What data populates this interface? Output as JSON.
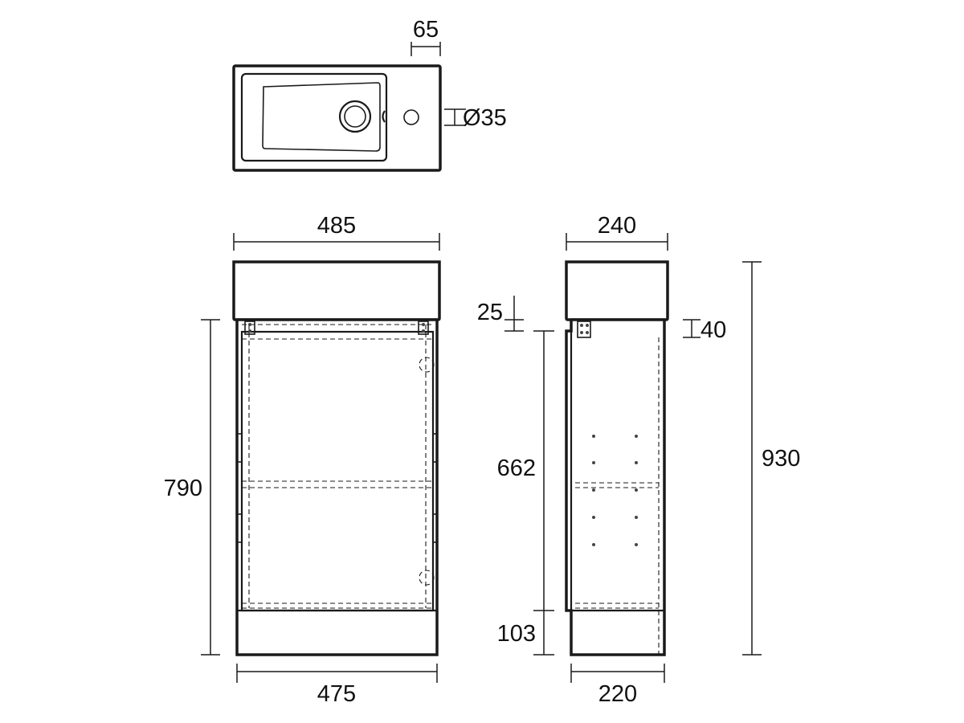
{
  "drawing": {
    "dimensions": {
      "top_tap_offset": "65",
      "tap_hole_diameter": "Ø35",
      "basin_width": "485",
      "basin_depth": "240",
      "cabinet_height_front": "790",
      "cabinet_width_front": "475",
      "cabinet_depth_side": "220",
      "total_height": "930",
      "top_gap": "25",
      "basin_overlap": "40",
      "door_height": "662",
      "plinth_height": "103"
    }
  }
}
